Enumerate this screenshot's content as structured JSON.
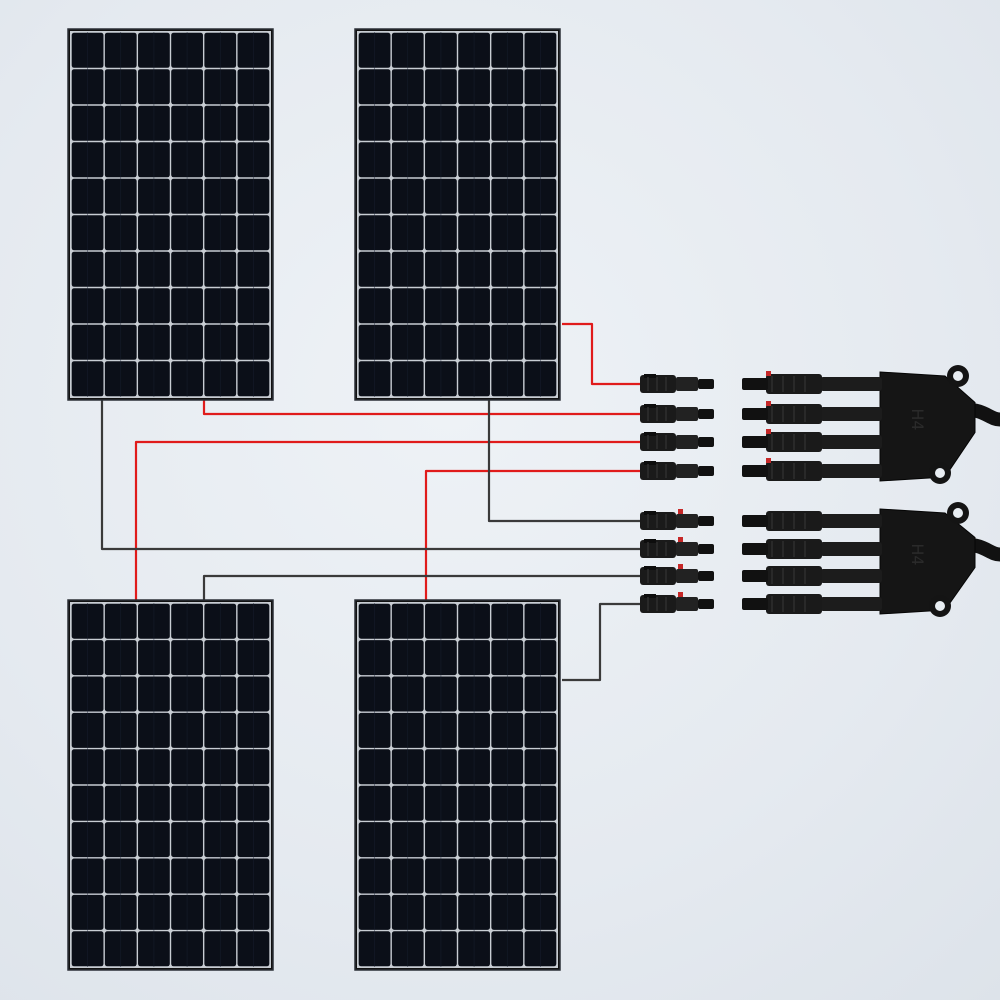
{
  "colors": {
    "background": "#e8edf2",
    "panel_frame": "#c8cdd3",
    "panel_cell": "#0b0f18",
    "positive_wire": "#e01b1b",
    "negative_wire": "#3a3a3a",
    "connector_body": "#1a1a1a",
    "connector_clip": "#c62828"
  },
  "diagram": {
    "solar_panels": [
      {
        "name": "solar-panel-top-left",
        "rows": 10,
        "cols": 6
      },
      {
        "name": "solar-panel-top-right",
        "rows": 10,
        "cols": 6
      },
      {
        "name": "solar-panel-bottom-left",
        "rows": 10,
        "cols": 6
      },
      {
        "name": "solar-panel-bottom-right",
        "rows": 10,
        "cols": 6
      }
    ],
    "branch_connectors": [
      {
        "name": "positive-branch-connector",
        "legs": 4,
        "polarity": "positive",
        "body_label": "H4"
      },
      {
        "name": "negative-branch-connector",
        "legs": 4,
        "polarity": "negative",
        "body_label": "H4"
      }
    ],
    "wires": [
      {
        "name": "positive-wire",
        "from": "solar-panel-top-right",
        "to": "positive-branch-connector",
        "leg": 1
      },
      {
        "name": "positive-wire",
        "from": "solar-panel-top-left",
        "to": "positive-branch-connector",
        "leg": 2
      },
      {
        "name": "positive-wire",
        "from": "solar-panel-bottom-left",
        "to": "positive-branch-connector",
        "leg": 3
      },
      {
        "name": "positive-wire",
        "from": "solar-panel-bottom-right",
        "to": "positive-branch-connector",
        "leg": 4
      },
      {
        "name": "negative-wire",
        "from": "solar-panel-top-right",
        "to": "negative-branch-connector",
        "leg": 1
      },
      {
        "name": "negative-wire",
        "from": "solar-panel-top-left",
        "to": "negative-branch-connector",
        "leg": 2
      },
      {
        "name": "negative-wire",
        "from": "solar-panel-bottom-left",
        "to": "negative-branch-connector",
        "leg": 3
      },
      {
        "name": "negative-wire",
        "from": "solar-panel-bottom-right",
        "to": "negative-branch-connector",
        "leg": 4
      }
    ]
  }
}
